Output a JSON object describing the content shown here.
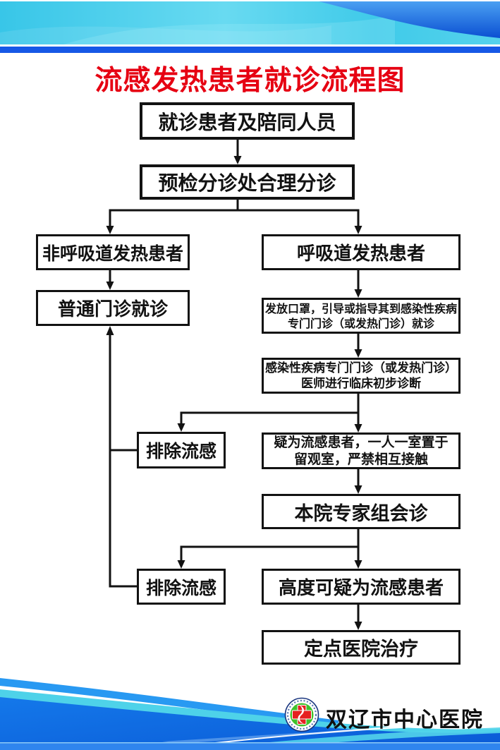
{
  "title": "流感发热患者就诊流程图",
  "colors": {
    "title_red": "#e60012",
    "flow_line_black": "#121212",
    "banner_cyan": "#45cfe9",
    "banner_deep_blue": "#0b4fd2",
    "divider_bar_blue": "#1658e6",
    "footer_blue": "#0f6ce2",
    "footer_cyan": "#4ed2e9",
    "bottom_bar_blue": "#2f85ee",
    "logo_green": "#3fc12c",
    "logo_cross_red": "#e62020"
  },
  "flowchart": {
    "nodes": {
      "start": {
        "label": "就诊患者及陪同人员"
      },
      "triage": {
        "label": "预检分诊处合理分诊"
      },
      "non_respiratory": {
        "label": "非呼吸道发热患者"
      },
      "respiratory": {
        "label": "呼吸道发热患者"
      },
      "general_clinic": {
        "label": "普通门诊就诊"
      },
      "mask_guide": {
        "lines": [
          "发放口罩，引导或指导其到感染性疾病",
          "专门门诊（或发热门诊）就诊"
        ]
      },
      "infectious_clinic": {
        "lines": [
          "感染性疾病专门门诊（或发热门诊）",
          "医师进行临床初步诊断"
        ]
      },
      "exclude_flu_1": {
        "label": "排除流感"
      },
      "suspected_flu": {
        "lines": [
          "疑为流感患者，一人一室置于",
          "留观室，严禁相互接触"
        ]
      },
      "expert_panel": {
        "label": "本院专家组会诊"
      },
      "exclude_flu_2": {
        "label": "排除流感"
      },
      "highly_suspected": {
        "label": "高度可疑为流感患者"
      },
      "designated_hospital": {
        "label": "定点医院治疗"
      }
    },
    "edges": [
      {
        "from": "start",
        "to": "triage"
      },
      {
        "from": "triage",
        "to": "non_respiratory"
      },
      {
        "from": "triage",
        "to": "respiratory"
      },
      {
        "from": "non_respiratory",
        "to": "general_clinic"
      },
      {
        "from": "respiratory",
        "to": "mask_guide"
      },
      {
        "from": "mask_guide",
        "to": "infectious_clinic"
      },
      {
        "from": "infectious_clinic",
        "to": "exclude_flu_1"
      },
      {
        "from": "infectious_clinic",
        "to": "suspected_flu"
      },
      {
        "from": "suspected_flu",
        "to": "expert_panel"
      },
      {
        "from": "expert_panel",
        "to": "exclude_flu_2"
      },
      {
        "from": "expert_panel",
        "to": "highly_suspected"
      },
      {
        "from": "highly_suspected",
        "to": "designated_hospital"
      },
      {
        "from": "exclude_flu_1",
        "to": "general_clinic"
      },
      {
        "from": "exclude_flu_2",
        "to": "general_clinic"
      }
    ]
  },
  "footer": {
    "hospital_name": "双辽市中心医院"
  }
}
